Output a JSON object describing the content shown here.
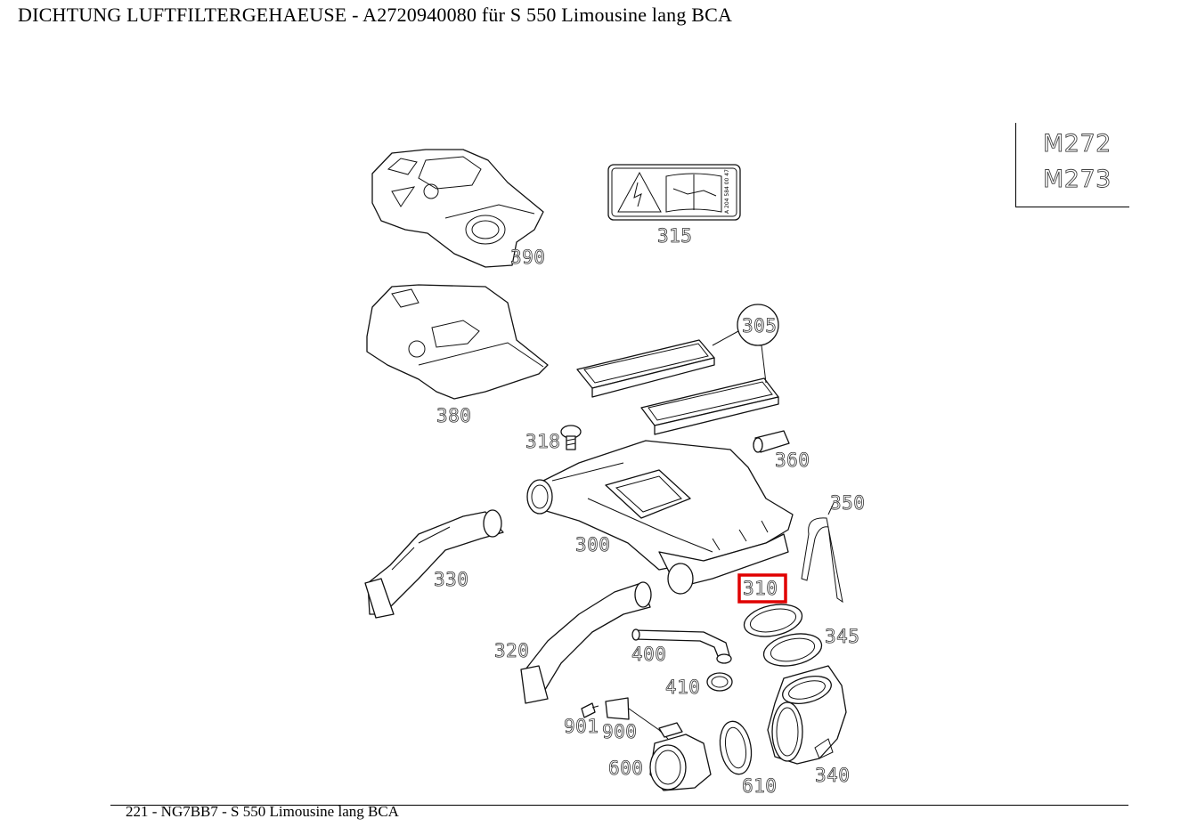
{
  "title": "DICHTUNG LUFTFILTERGEHAEUSE - A2720940080 für S 550 Limousine lang BCA",
  "model_codes": [
    "M272",
    "M273"
  ],
  "footer": "221 - NG7BB7 - S 550 Limousine lang BCA",
  "highlight_color": "#e00000",
  "highlighted_part": "310",
  "callouts": {
    "p390": "390",
    "p315": "315",
    "p305": "305",
    "p380": "380",
    "p318": "318",
    "p360": "360",
    "p300": "300",
    "p350": "350",
    "p330": "330",
    "p310": "310",
    "p345": "345",
    "p320": "320",
    "p400": "400",
    "p410": "410",
    "p901": "901",
    "p900": "900",
    "p600": "600",
    "p610": "610",
    "p340": "340"
  }
}
